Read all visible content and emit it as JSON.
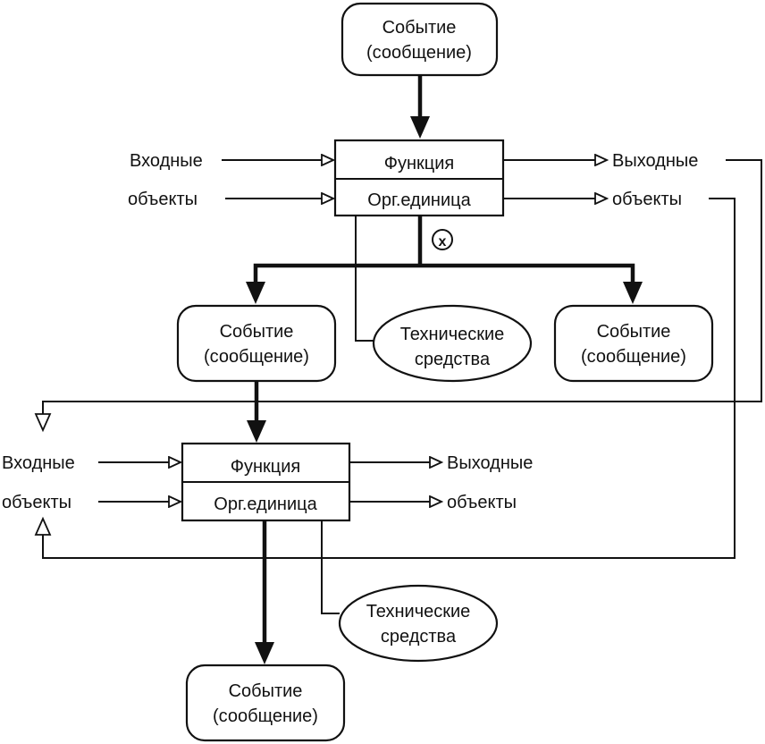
{
  "event_label": [
    "Событие",
    "(сообщение)"
  ],
  "function_label": "Функция",
  "org_unit_label": "Орг.единица",
  "inputs": [
    "Входные",
    "объекты"
  ],
  "outputs": [
    "Выходные",
    "объекты"
  ],
  "tech_label": [
    "Технические",
    "средства"
  ],
  "xor_label": "x"
}
